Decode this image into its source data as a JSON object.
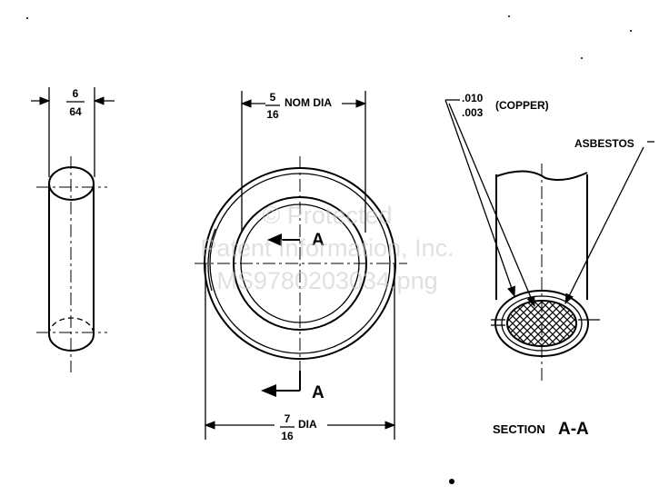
{
  "views": {
    "side": {
      "thickness_num": "6",
      "thickness_den": "64"
    },
    "front": {
      "inner_num": "5",
      "inner_den": "16",
      "inner_suffix": "NOM DIA",
      "outer_num": "7",
      "outer_den": "16",
      "outer_suffix": "DIA",
      "section_mark_top": "A",
      "section_mark_bottom": "A"
    },
    "section": {
      "copper_value_1": ".010",
      "copper_value_2": ".003",
      "copper_label": "(COPPER)",
      "asbestos_label": "ASBESTOS",
      "section_word": "SECTION",
      "section_id": "A-A"
    }
  },
  "watermark": {
    "line1": "© Protected",
    "line2": "Patent Information, Inc.",
    "line3": "MS9780203034.png"
  },
  "colors": {
    "ink": "#000000",
    "paper": "#ffffff",
    "watermark": "#c8c8c8"
  }
}
